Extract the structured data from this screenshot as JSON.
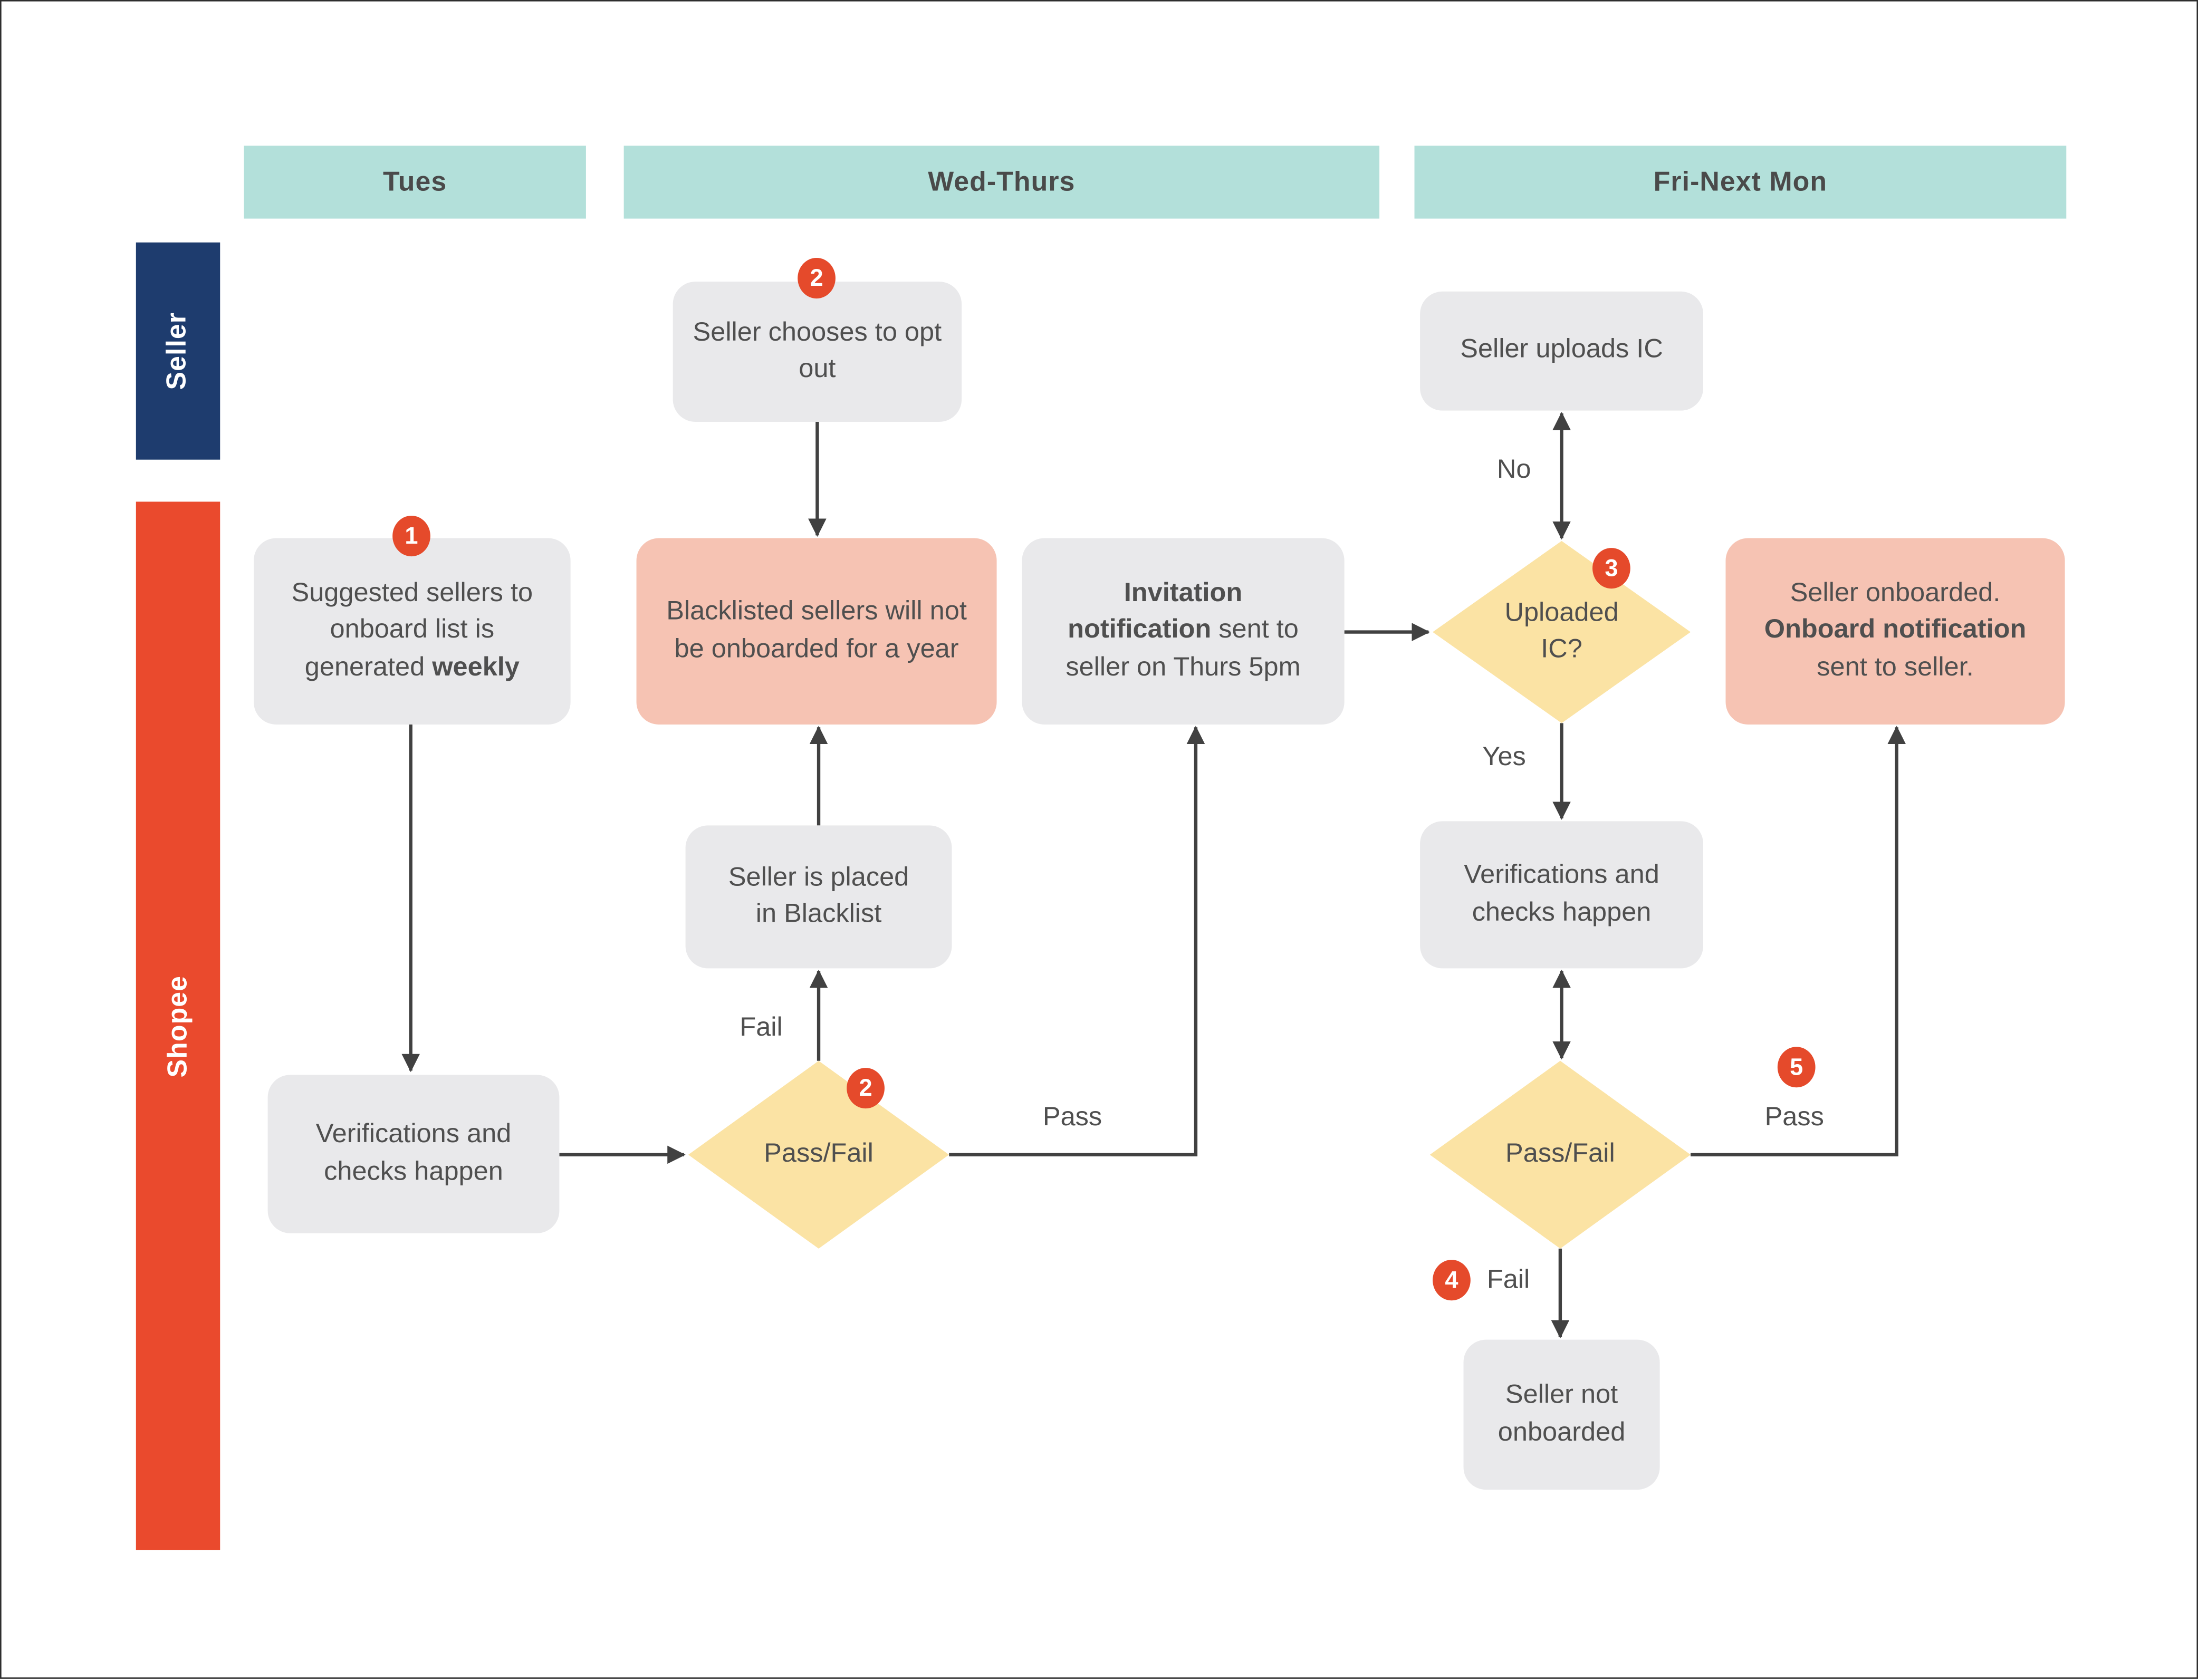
{
  "columns": [
    {
      "id": "tues",
      "label": "Tues"
    },
    {
      "id": "wed-thurs",
      "label": "Wed-Thurs"
    },
    {
      "id": "fri-next-mon",
      "label": "Fri-Next Mon"
    }
  ],
  "lanes": [
    {
      "id": "seller",
      "label": "Seller"
    },
    {
      "id": "shopee",
      "label": "Shopee"
    }
  ],
  "nodes": {
    "opt_out": {
      "pre": "Seller chooses to opt out",
      "badge": "2"
    },
    "uploads_ic": {
      "pre": "Seller uploads IC"
    },
    "suggested": {
      "pre": "Suggested sellers to onboard list is generated ",
      "bold": "weekly",
      "badge": "1"
    },
    "blacklisted": {
      "pre": "Blacklisted sellers will not be onboarded for a year"
    },
    "invitation": {
      "bold": "Invitation notification",
      "post": " sent to seller on Thurs 5pm"
    },
    "uploaded_ic": {
      "pre": "Uploaded IC?",
      "badge": "3"
    },
    "onboarded": {
      "pre": "Seller onboarded. ",
      "bold": "Onboard notification",
      "post": " sent to seller."
    },
    "placed_blacklist": {
      "pre": "Seller is placed in Blacklist"
    },
    "verif_right": {
      "pre": "Verifications and checks happen"
    },
    "verif_left": {
      "pre": "Verifications and checks happen"
    },
    "pass_fail_left": {
      "pre": "Pass/Fail",
      "badge": "2"
    },
    "pass_fail_right": {
      "pre": "Pass/Fail"
    },
    "not_onboarded": {
      "pre": "Seller not onboarded"
    }
  },
  "edge_labels": {
    "no": "No",
    "yes": "Yes",
    "fail_left": "Fail",
    "pass_left": "Pass",
    "pass_right": "Pass",
    "fail_right": "Fail"
  },
  "floating_badges": {
    "pass_right": "5",
    "fail_right": "4"
  },
  "colors": {
    "teal": "#b3e0da",
    "navy": "#1e3c6e",
    "orange": "#ea4a2d",
    "badge": "#e54a2b",
    "gray": "#e9e9eb",
    "pink": "#f6c3b3",
    "yellow": "#fbe3a4",
    "line": "#414141",
    "text": "#4f4f4f",
    "heading": "#4a4a4a"
  }
}
